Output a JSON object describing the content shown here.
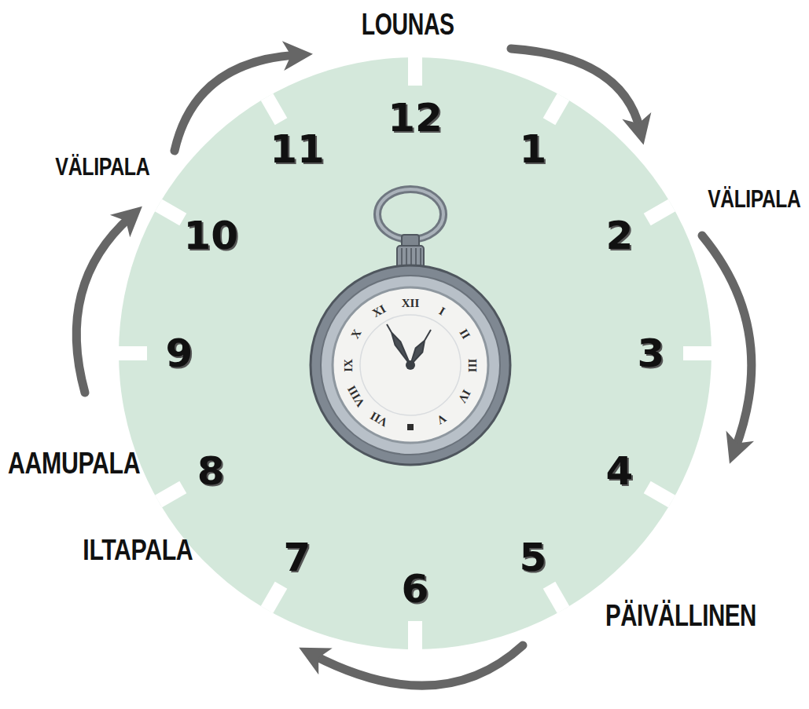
{
  "diagram": {
    "nodes": [
      {
        "text": [
          "12",
          "1",
          "2",
          "3",
          "4",
          "5",
          "6",
          "7",
          "8",
          "9",
          "10",
          "11"
        ]
      }
    ],
    "labels": [
      "LOUNAS",
      "VÄLIPALA",
      "VÄLIPALA",
      "AAMUPALA",
      "ILTAPALA",
      "PÄIVÄLLINEN",
      "XII",
      "I",
      "II",
      "III",
      "IV",
      "V",
      "VII",
      "VIII",
      "IX",
      "X",
      "XI"
    ]
  }
}
